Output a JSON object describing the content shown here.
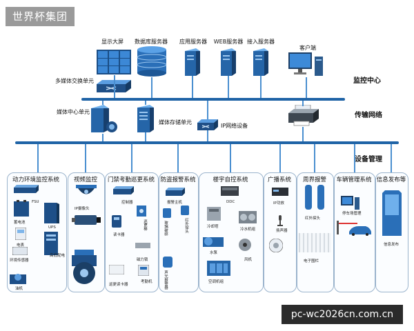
{
  "watermarks": {
    "top_left": "世界杯集团",
    "bottom_right": "pc-wc2026cn.com.cn"
  },
  "sections": {
    "monitor_center": "监控中心",
    "transport_network": "传输网络",
    "device_mgmt": "设备管理"
  },
  "top_row": {
    "display_wall": "显示大屏",
    "db_server": "数据库服务器",
    "app_server": "应用服务器",
    "web_server": "WEB服务器",
    "access_server": "接入服务器",
    "client": "客户端",
    "media_switch": "多媒体交换单元"
  },
  "mid_row": {
    "media_center": "媒体中心单元",
    "media_storage": "媒体存储单元",
    "ip_network": "IP网络设备"
  },
  "systems": [
    {
      "title": "动力环境监控系统",
      "items": [
        "FSU",
        "蓄电池",
        "UPS",
        "电表",
        "环境传感器",
        "高低配电",
        "油机"
      ]
    },
    {
      "title": "视频监控",
      "items": [
        "IP摄像头"
      ]
    },
    {
      "title": "门禁考勤巡更系统",
      "items": [
        "控制器",
        "读卡器",
        "巡更棒",
        "磁力锁",
        "巡更读卡器",
        "考勤机"
      ]
    },
    {
      "title": "防盗报警系统",
      "items": [
        "报警主机",
        "红外探头",
        "玻璃破碎",
        "声光报警器"
      ]
    },
    {
      "title": "楼宇自控系统",
      "items": [
        "DDC",
        "冷却塔",
        "冷水机组",
        "水泵",
        "风机",
        "空调机组"
      ]
    },
    {
      "title": "广播系统",
      "items": [
        "IP功放",
        "话筒",
        "扬声器"
      ]
    },
    {
      "title": "周界报警",
      "items": [
        "红外探头",
        "电子围栏"
      ]
    },
    {
      "title": "车辆管理系统",
      "items": [
        "停车场管理"
      ]
    },
    {
      "title": "信息发布等",
      "items": [
        "信息发布"
      ]
    }
  ]
}
